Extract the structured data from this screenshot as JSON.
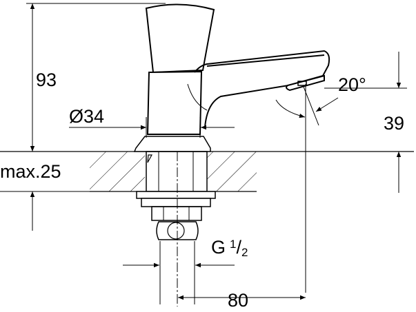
{
  "dimensions": {
    "height_total": "93",
    "diameter": "Ø34",
    "angle": "20°",
    "spout_height": "39",
    "max_thickness": "max.25",
    "thread_prefix": "G",
    "thread_num": "1",
    "thread_den": "2",
    "projection": "80"
  },
  "colors": {
    "line": "#000000",
    "background": "#ffffff"
  }
}
